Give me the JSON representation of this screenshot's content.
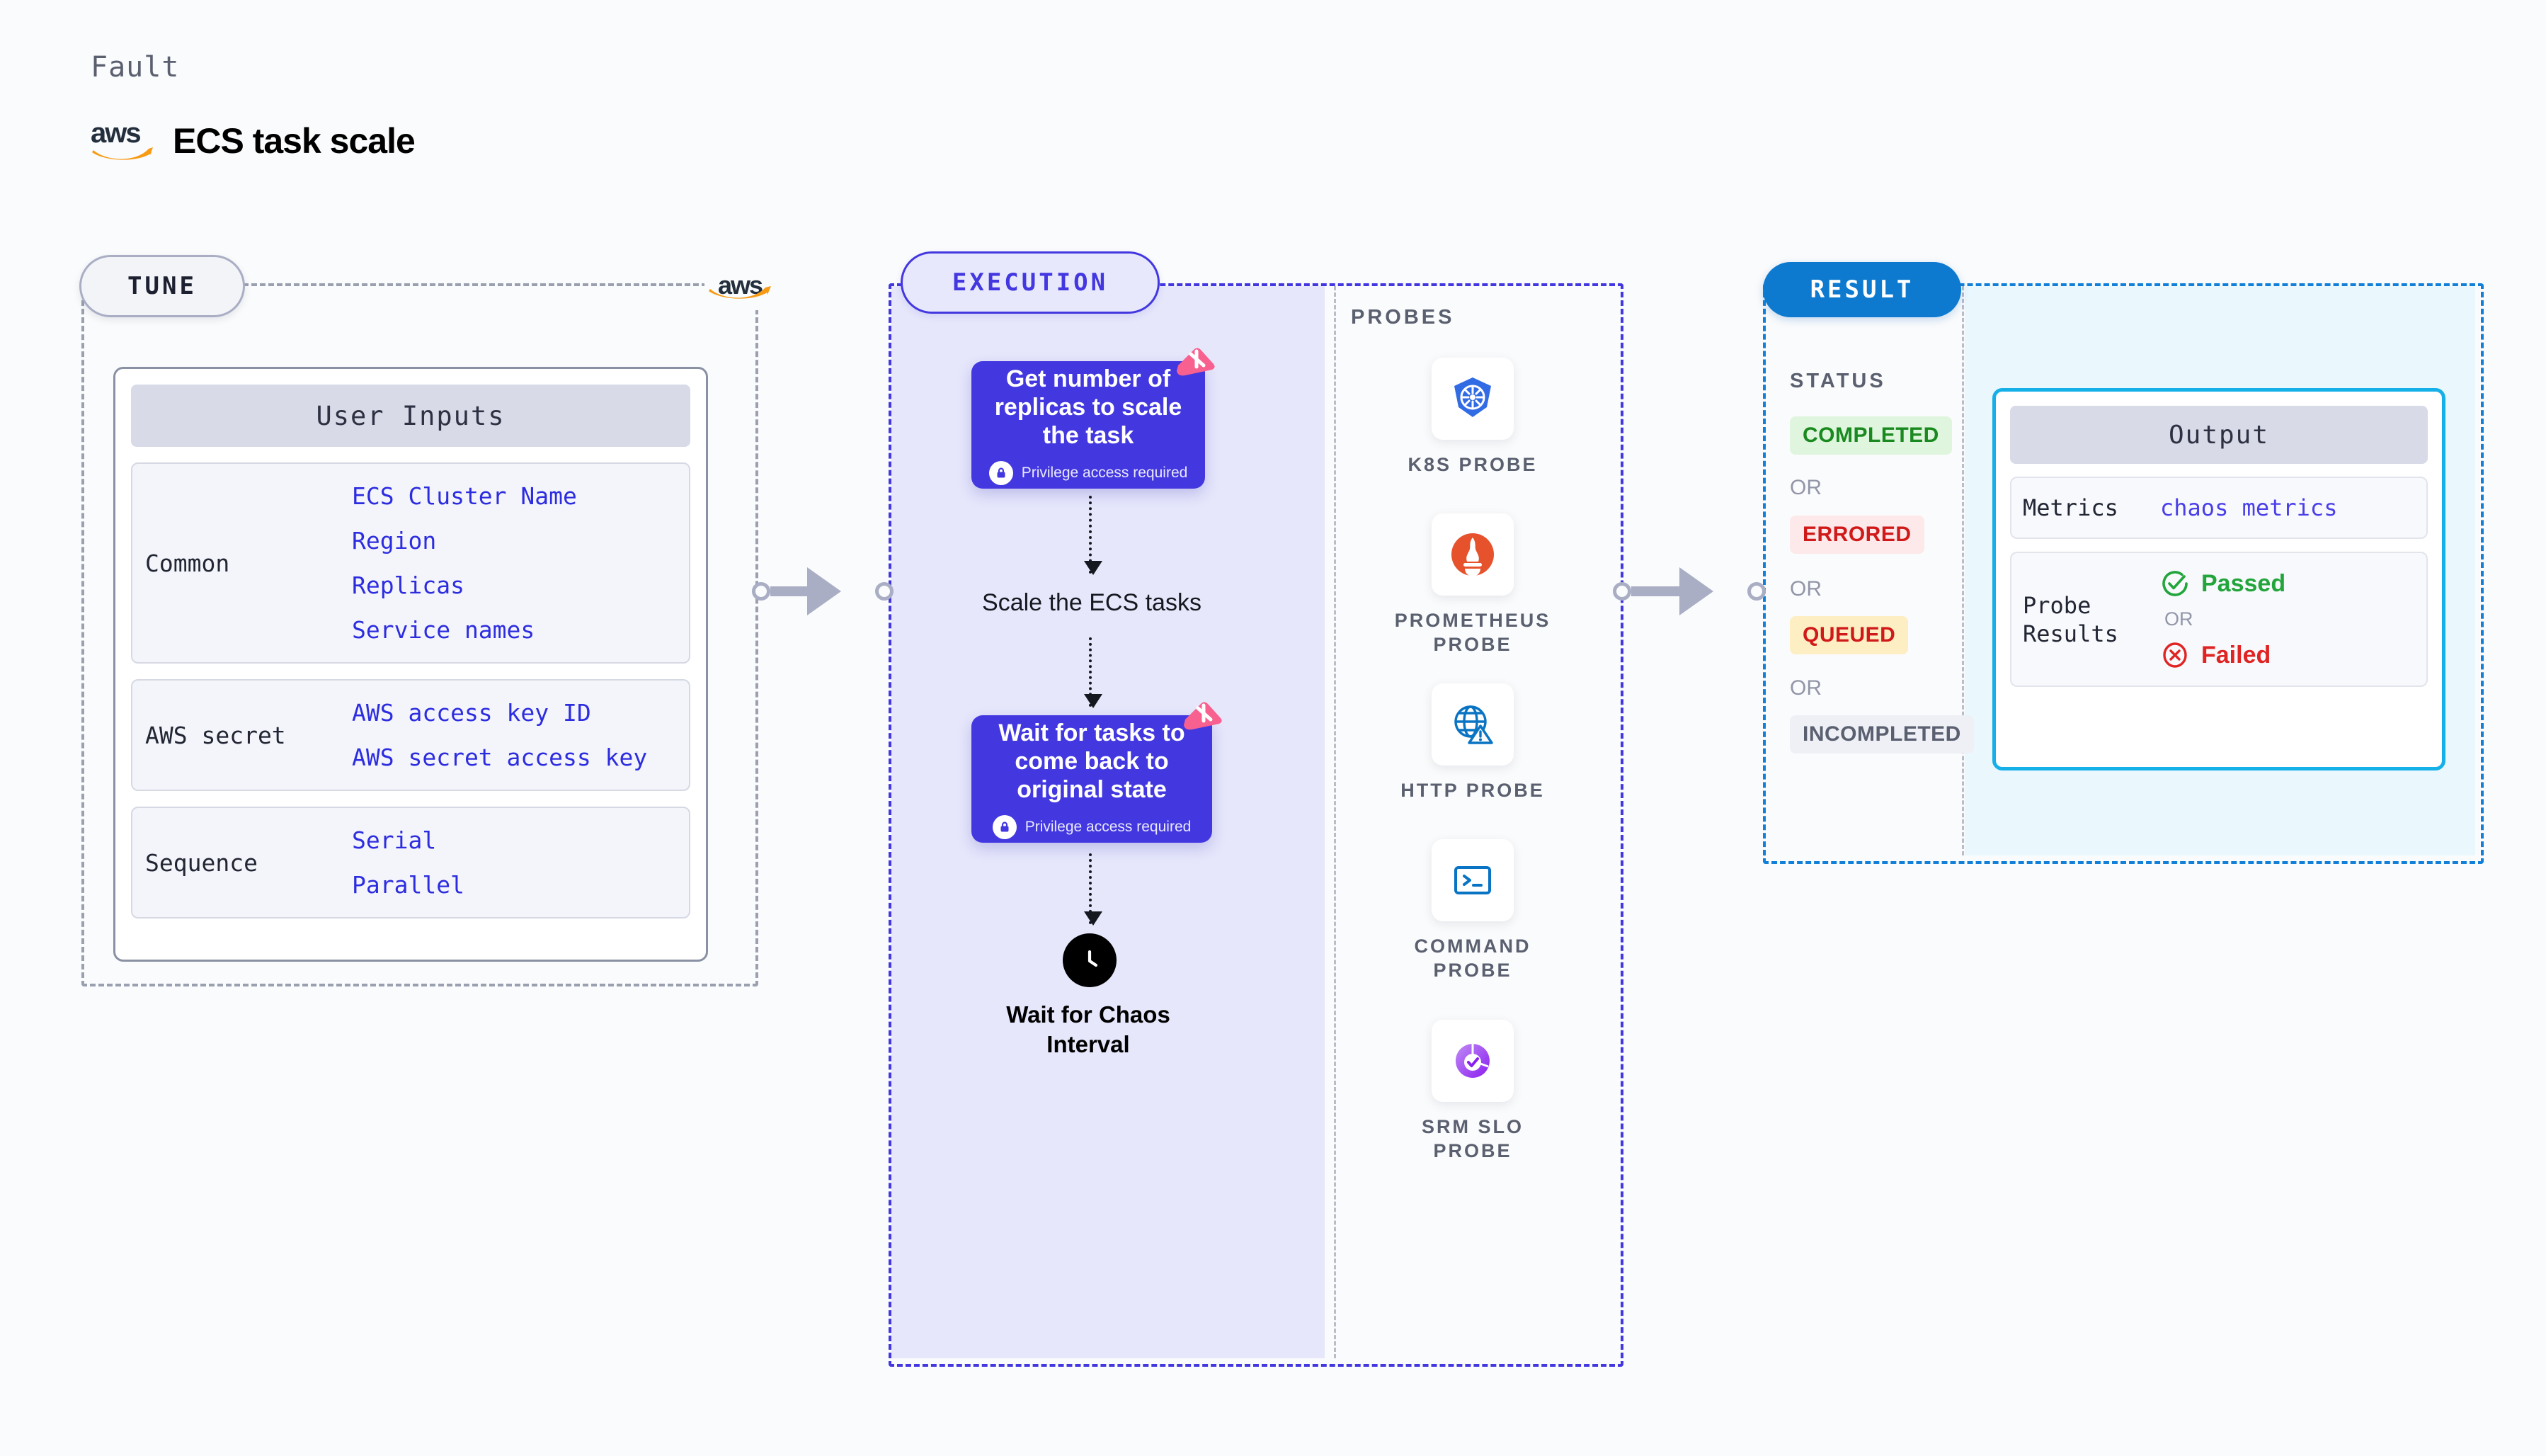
{
  "header": {
    "eyebrow": "Fault",
    "title": "ECS task scale",
    "aws_logo_text": "aws"
  },
  "stages": {
    "tune": {
      "pill_label": "TUNE",
      "aws_mark_text": "aws",
      "user_inputs": {
        "header": "User Inputs",
        "groups": [
          {
            "label": "Common",
            "values": [
              "ECS Cluster Name",
              "Region",
              "Replicas",
              "Service names"
            ]
          },
          {
            "label": "AWS secret",
            "values": [
              "AWS access key ID",
              "AWS secret access key"
            ]
          },
          {
            "label": "Sequence",
            "values": [
              "Serial",
              "Parallel"
            ]
          }
        ]
      }
    },
    "execution": {
      "pill_label": "EXECUTION",
      "flow": {
        "node_1_title": "Get number of replicas to scale the task",
        "node_1_privilege": "Privilege access required",
        "middle_text": "Scale the ECS tasks",
        "node_2_title": "Wait for tasks to come back to original state",
        "node_2_privilege": "Privilege access required",
        "wait_label": "Wait for Chaos Interval"
      },
      "probes": {
        "title": "PROBES",
        "items": [
          {
            "name": "k8s-probe-icon",
            "label": "K8S PROBE"
          },
          {
            "name": "prometheus-probe-icon",
            "label": "PROMETHEUS PROBE"
          },
          {
            "name": "http-probe-icon",
            "label": "HTTP PROBE"
          },
          {
            "name": "command-probe-icon",
            "label": "COMMAND PROBE"
          },
          {
            "name": "srm-slo-probe-icon",
            "label": "SRM SLO PROBE"
          }
        ]
      }
    },
    "result": {
      "pill_label": "RESULT",
      "status_title": "STATUS",
      "or_label": "OR",
      "statuses": [
        {
          "label": "COMPLETED",
          "color": "#1a8a20",
          "bg": "#dff5dd"
        },
        {
          "label": "ERRORED",
          "color": "#d01919",
          "bg": "#fde9e9"
        },
        {
          "label": "QUEUED",
          "color": "#d01919",
          "bg": "#fdeec3"
        },
        {
          "label": "INCOMPLETED",
          "color": "#5b6070",
          "bg": "#eef0f6"
        }
      ],
      "output": {
        "header": "Output",
        "metrics_label": "Metrics",
        "metrics_value": "chaos metrics",
        "probe_results_label": "Probe Results",
        "passed_label": "Passed",
        "or_label": "OR",
        "failed_label": "Failed"
      }
    }
  },
  "colors": {
    "execution_purple": "#4338e0",
    "result_blue": "#0d7ad0",
    "output_border": "#16b0e8",
    "ribbon_pink": "#f8608f",
    "aws_orange": "#f79a14"
  }
}
